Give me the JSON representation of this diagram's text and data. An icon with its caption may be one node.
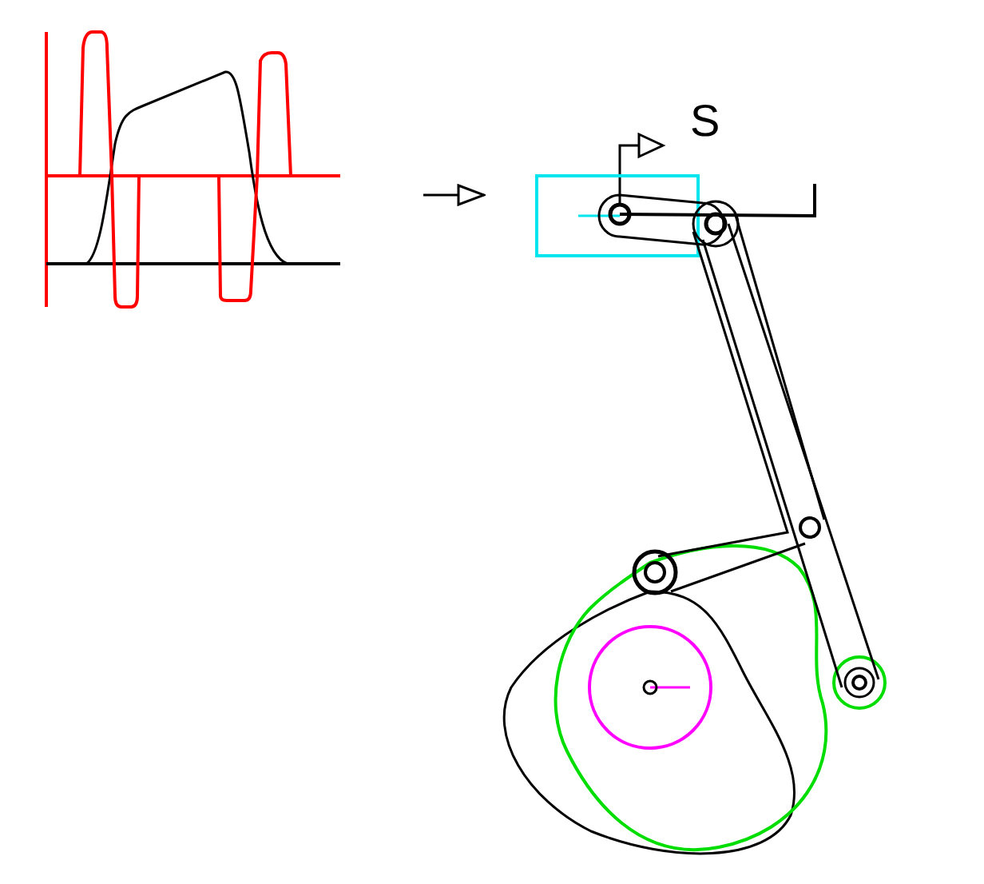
{
  "diagram": {
    "nodes": [
      {
        "text": [],
        "shape": "picture"
      },
      {
        "text": [],
        "shape": "picture"
      }
    ],
    "edges": [
      {
        "from": 0,
        "to": 1,
        "arrow": "to"
      }
    ],
    "labels": [
      "S"
    ]
  }
}
